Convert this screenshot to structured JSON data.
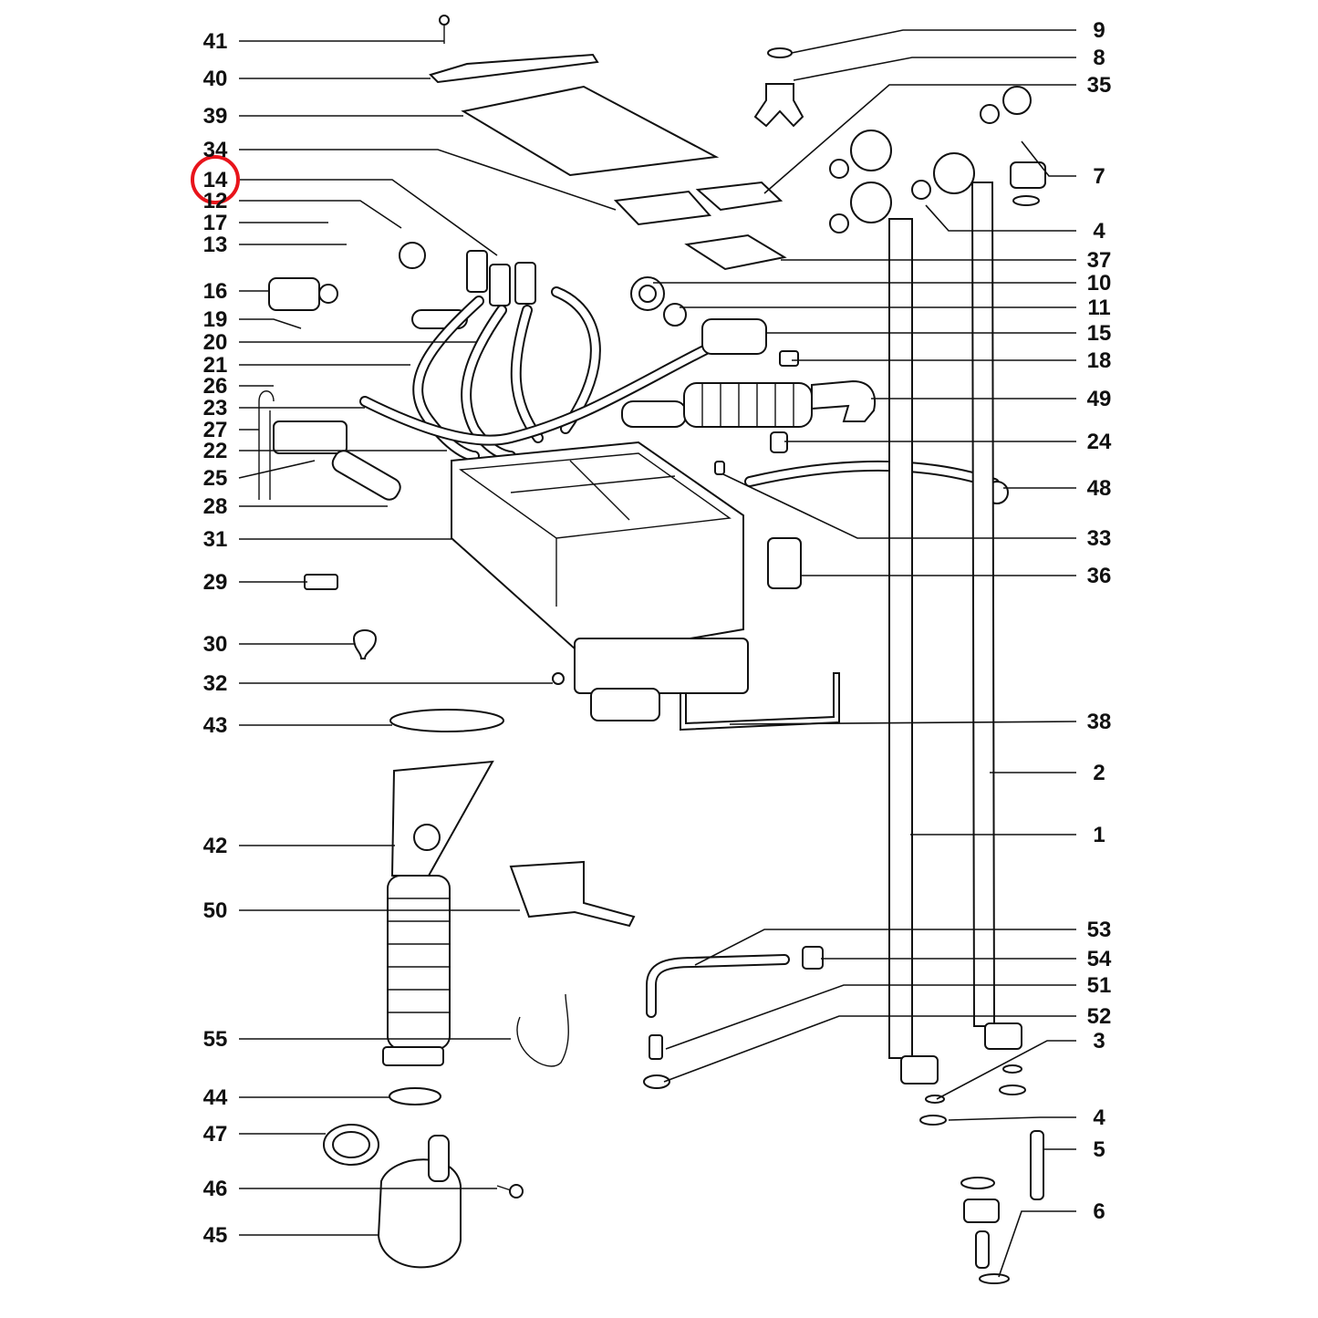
{
  "diagram": {
    "highlight": {
      "label": "14",
      "color": "#e8141b"
    },
    "left_labels": [
      "41",
      "40",
      "39",
      "34",
      "14",
      "12",
      "17",
      "13",
      "16",
      "19",
      "20",
      "21",
      "26",
      "23",
      "27",
      "22",
      "25",
      "28",
      "31",
      "29",
      "30",
      "32",
      "43",
      "42",
      "50",
      "55",
      "44",
      "47",
      "46",
      "45"
    ],
    "right_labels": [
      "9",
      "8",
      "35",
      "7",
      "4",
      "37",
      "10",
      "11",
      "15",
      "18",
      "49",
      "24",
      "48",
      "33",
      "36",
      "38",
      "2",
      "1",
      "53",
      "54",
      "51",
      "52",
      "3",
      "4",
      "5",
      "6"
    ]
  }
}
